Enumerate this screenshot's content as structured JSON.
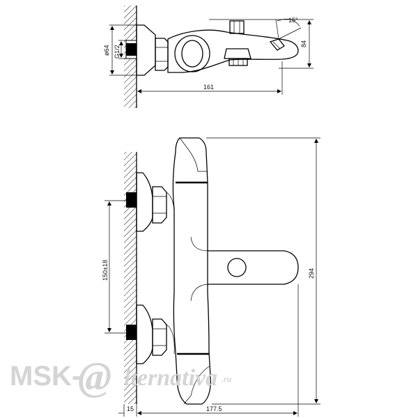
{
  "top_view": {
    "dim_width": "161",
    "dim_height": "84",
    "dim_diameter": "ø64",
    "dim_thread": "G1/2",
    "dim_angle": "15°"
  },
  "front_view": {
    "dim_total_width": "177.5",
    "dim_wall": "15",
    "dim_height": "294",
    "dim_spacing": "150±18"
  },
  "watermark": {
    "brand": "MSK-",
    "at": "@",
    "site": "lternativa",
    "tld": ".ru"
  },
  "colors": {
    "line": "#000000",
    "watermark": "#d4d4d4"
  }
}
